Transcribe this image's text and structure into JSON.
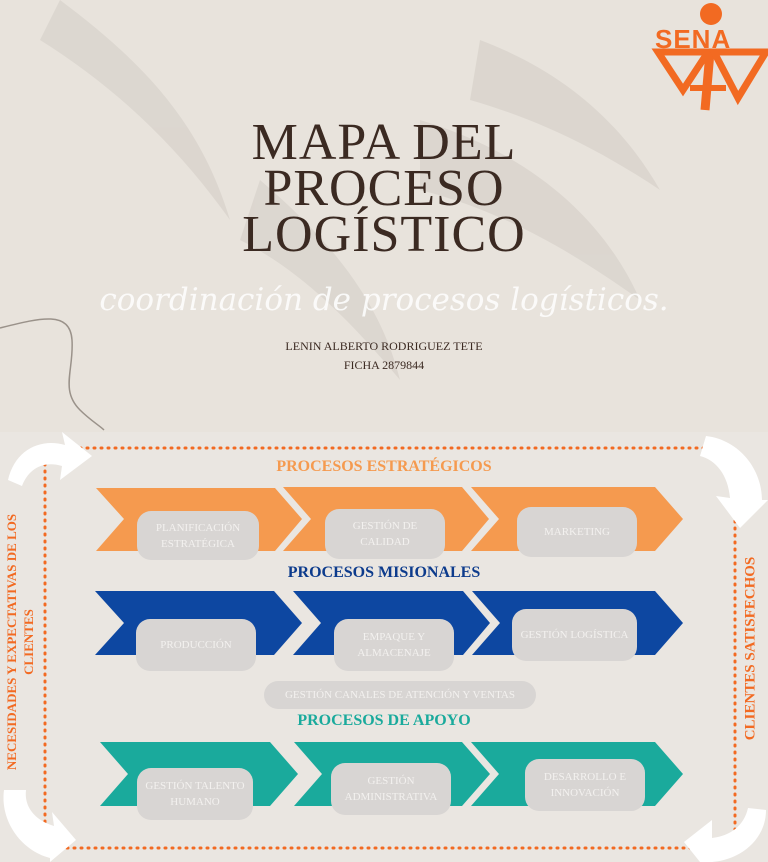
{
  "logo": {
    "text": "SENA"
  },
  "title": {
    "line1": "MAPA DEL",
    "line2": "PROCESO",
    "line3": "LOGÍSTICO"
  },
  "subtitle": "coordinación de procesos logísticos.",
  "author": {
    "name": "LENIN ALBERTO RODRIGUEZ TETE",
    "ficha": "FICHA 2879844"
  },
  "side_labels": {
    "left": "NECESIDADES Y EXPECTATIVAS DE LOS CLIENTES",
    "right": "CLIENTES SATISFECHOS"
  },
  "sections": {
    "strategic": {
      "title": "PROCESOS ESTRATÉGICOS",
      "items": [
        "PLANIFICACIÓN ESTRATÉGICA",
        "GESTIÓN DE CALIDAD",
        "MARKETING"
      ]
    },
    "missional": {
      "title": "PROCESOS MISIONALES",
      "items": [
        "PRODUCCIÓN",
        "EMPAQUE Y ALMACENAJE",
        "GESTIÓN LOGÍSTICA"
      ]
    },
    "extra": "GESTIÓN CANALES DE ATENCIÓN Y VENTAS",
    "support": {
      "title": "PROCESOS DE APOYO",
      "items": [
        "GESTIÓN TALENTO HUMANO",
        "GESTIÓN ADMINISTRATIVA",
        "DESARROLLO E INNOVACIÓN"
      ]
    }
  },
  "colors": {
    "strategic": "#f59a4f",
    "missional": "#0d47a1",
    "support": "#1aaa9c",
    "accent": "#f26a22",
    "text": "#3b2a22"
  }
}
